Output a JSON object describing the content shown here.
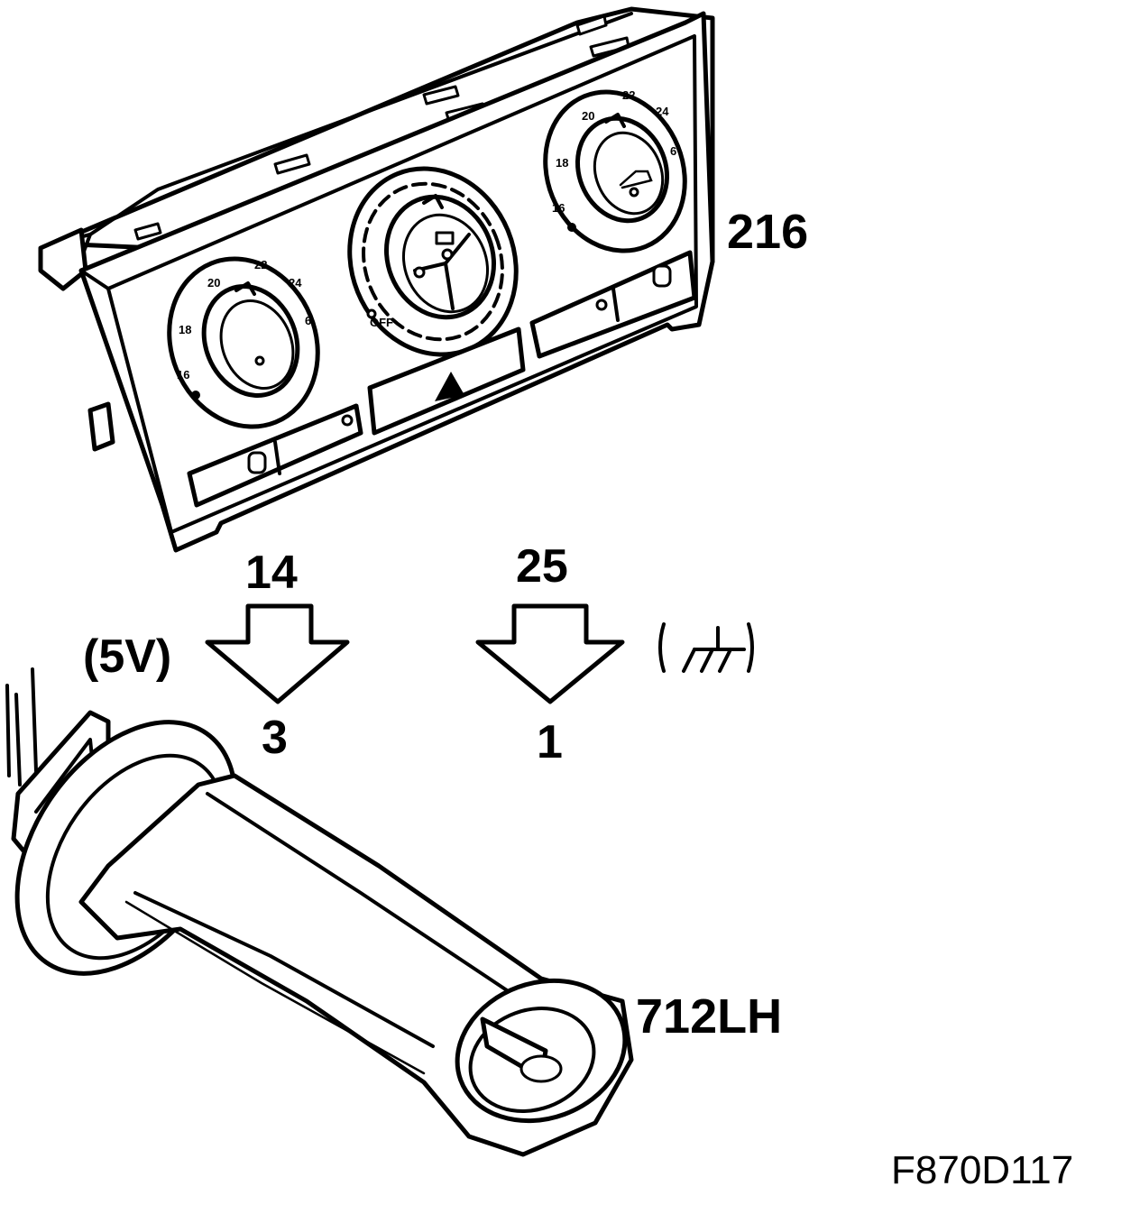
{
  "diagram": {
    "labels": {
      "control_panel": "216",
      "sensor": "712LH",
      "figure_code": "F870D117"
    },
    "connections": [
      {
        "from_pin": "14",
        "to_pin": "3",
        "signal": "(5V)"
      },
      {
        "from_pin": "25",
        "to_pin": "1",
        "signal": ""
      }
    ],
    "ground_symbol_icon": "ground-icon",
    "dial_left": {
      "scale": [
        "16",
        "18",
        "20",
        "22",
        "24",
        "6"
      ]
    },
    "dial_center": {
      "fan_label": "OFF"
    },
    "dial_right": {
      "scale": [
        "16",
        "18",
        "20",
        "22",
        "24",
        "6"
      ]
    }
  }
}
